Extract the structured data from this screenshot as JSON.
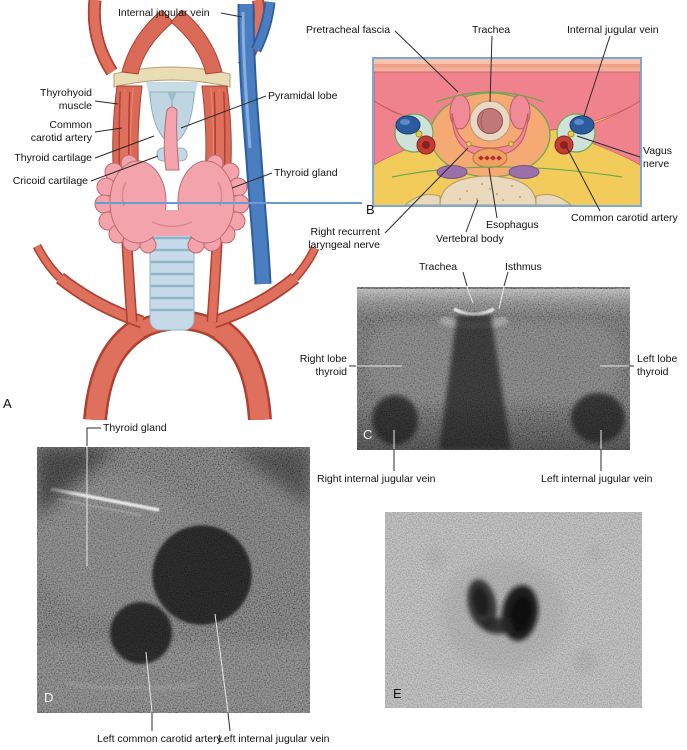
{
  "figure_labels": {
    "panel_a": {
      "letter": "A",
      "internal_jugular_vein": "Internal jugular vein",
      "thyrohyoid_muscle": "Thyrohyoid muscle",
      "common_carotid_artery": "Common carotid artery",
      "thyroid_cartilage": "Thyroid cartilage",
      "cricoid_cartilage": "Cricoid cartilage",
      "pyramidal_lobe": "Pyramidal lobe",
      "thyroid_gland": "Thyroid gland"
    },
    "panel_b": {
      "letter": "B",
      "pretracheal_fascia": "Pretracheal fascia",
      "trachea": "Trachea",
      "internal_jugular_vein": "Internal jugular vein",
      "vagus_nerve": "Vagus nerve",
      "common_carotid_artery": "Common carotid artery",
      "esophagus": "Esophagus",
      "vertebral_body": "Vertebral body",
      "right_recurrent_laryngeal_nerve": "Right recurrent laryngeal nerve"
    },
    "panel_c": {
      "letter": "C",
      "trachea": "Trachea",
      "isthmus": "Isthmus",
      "right_lobe_thyroid": "Right lobe thyroid",
      "left_lobe_thyroid": "Left lobe thyroid",
      "right_internal_jugular_vein": "Right internal jugular vein",
      "left_internal_jugular_vein": "Left internal jugular vein"
    },
    "panel_d": {
      "letter": "D",
      "thyroid_gland": "Thyroid gland",
      "left_common_carotid_artery": "Left common carotid artery",
      "left_internal_jugular_vein": "Left internal jugular vein"
    },
    "panel_e": {
      "letter": "E"
    }
  },
  "colors": {
    "artery_red": "#e0705e",
    "vein_blue": "#4a7ec0",
    "thyroid_pink": "#f2a3ab",
    "cartilage_blue_gray": "#bfd6e2",
    "fat_yellow": "#f2cc5a",
    "muscle_pink": "#f0828e",
    "fascia_green": "#6fa84f",
    "frame_blue": "#7ba7d9",
    "section_line_blue": "#6b9bd2"
  }
}
